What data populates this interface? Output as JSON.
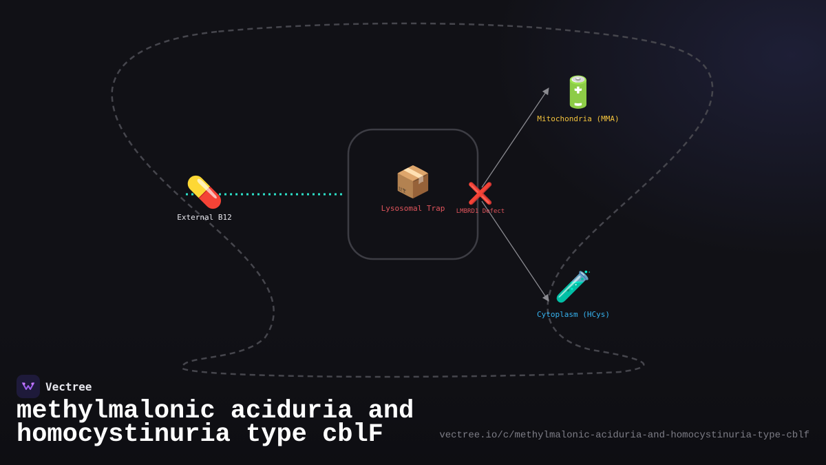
{
  "nodes": {
    "external_b12": {
      "icon": "pill-icon",
      "label": "External B12"
    },
    "lysosomal_trap": {
      "icon": "package-icon",
      "label": "Lysosomal Trap"
    },
    "lmbrd1_defect": {
      "icon": "cross-mark-icon",
      "label": "LMBRD1 Defect"
    },
    "mitochondria": {
      "icon": "battery-icon",
      "label": "Mitochondria (MMA)"
    },
    "cytoplasm": {
      "icon": "test-tube-icon",
      "label": "Cytoplasm (HCys)"
    }
  },
  "colors": {
    "background": "#111116",
    "flow_dotted": "#2de0c8",
    "lysosome_label": "#e0555c",
    "defect_label": "#e0555c",
    "mitochondria_label": "#f2c23c",
    "cytoplasm_label": "#36b3f0",
    "external_label": "#e8e8ee",
    "cell_outline": "#3d3d44"
  },
  "footer": {
    "brand": "Vectree",
    "title": "methylmalonic aciduria and homocystinuria type cblF",
    "url": "vectree.io/c/methylmalonic-aciduria-and-homocystinuria-type-cblf"
  }
}
